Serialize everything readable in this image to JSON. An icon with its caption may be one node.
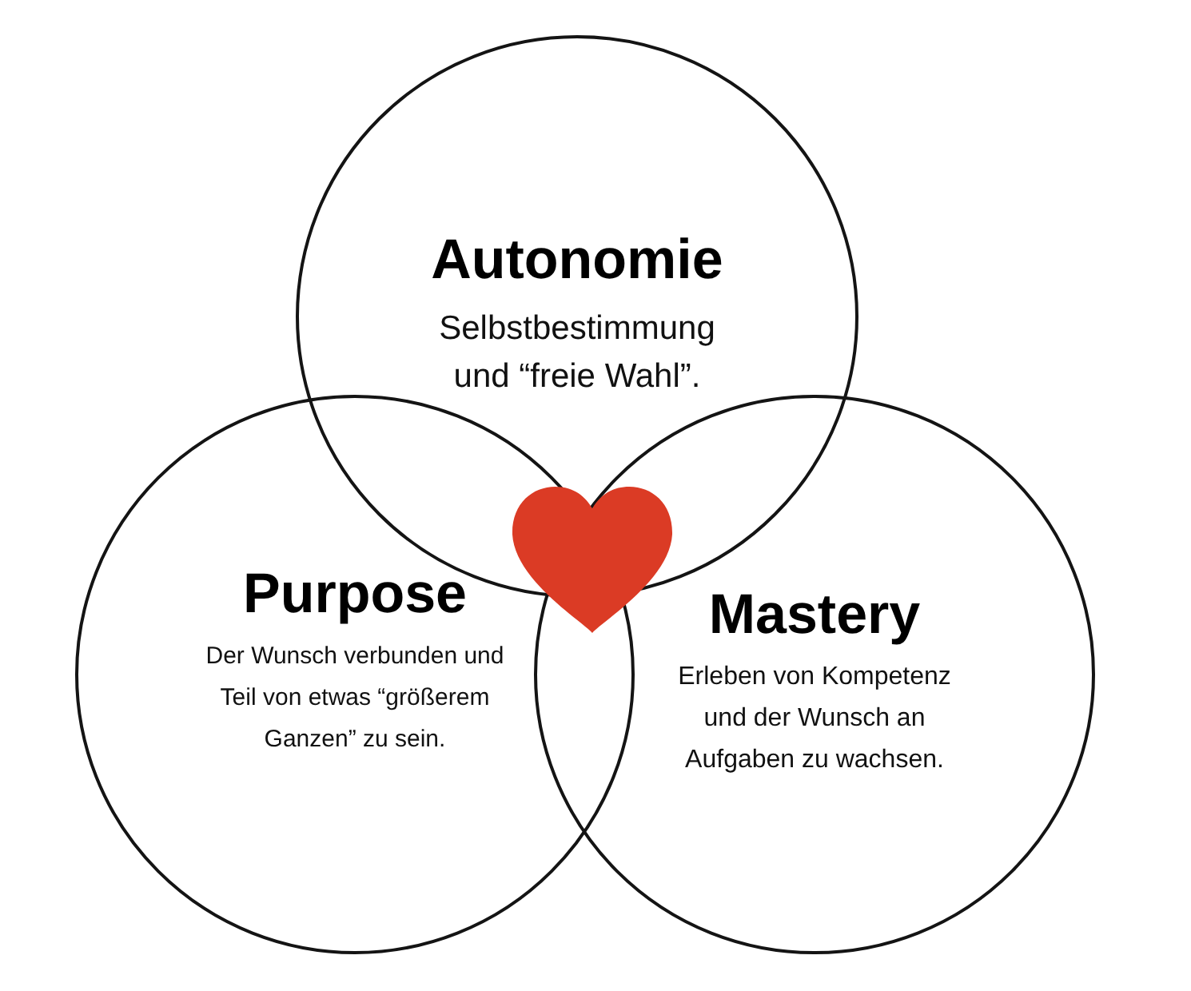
{
  "diagram": {
    "nodes": [
      {
        "text": [
          "Autonomie",
          "Selbstbestimmung und “freie Wahl”."
        ]
      },
      {
        "text": [
          "Purpose",
          "Der Wunsch verbunden und Teil von etwas “größerem Ganzen” zu sein."
        ]
      },
      {
        "text": [
          "Mastery",
          "Erleben von Kompetenz und der Wunsch an Aufgaben zu wachsen."
        ]
      }
    ]
  }
}
